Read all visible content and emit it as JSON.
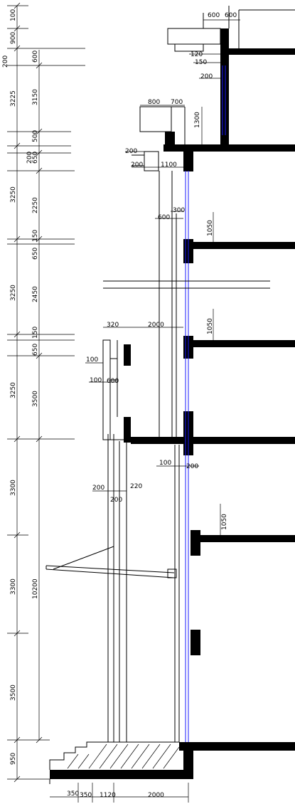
{
  "colors": {
    "line": "#000000",
    "glass": "#1a1aff",
    "background": "#ffffff"
  },
  "left_dims": {
    "storey": [
      "100",
      "900",
      "200",
      "3225",
      "200",
      "3250",
      "3250",
      "3250",
      "3300",
      "3300",
      "3500",
      "950"
    ],
    "inner": [
      "600",
      "3150",
      "500",
      "650",
      "2250",
      "150",
      "650",
      "2450",
      "150",
      "650",
      "3500",
      "10200"
    ]
  },
  "top_dims": [
    "600",
    "600",
    "120",
    "150",
    "200",
    "800",
    "700",
    "1300",
    "200",
    "200",
    "1100"
  ],
  "mid_dims": [
    "600",
    "300",
    "1050",
    "320",
    "2000",
    "1050",
    "100",
    "100",
    "600"
  ],
  "lower_dims": [
    "100",
    "200",
    "200",
    "220",
    "200",
    "1050"
  ],
  "bottom_dims": [
    "350",
    "350",
    "1120",
    "2000"
  ]
}
